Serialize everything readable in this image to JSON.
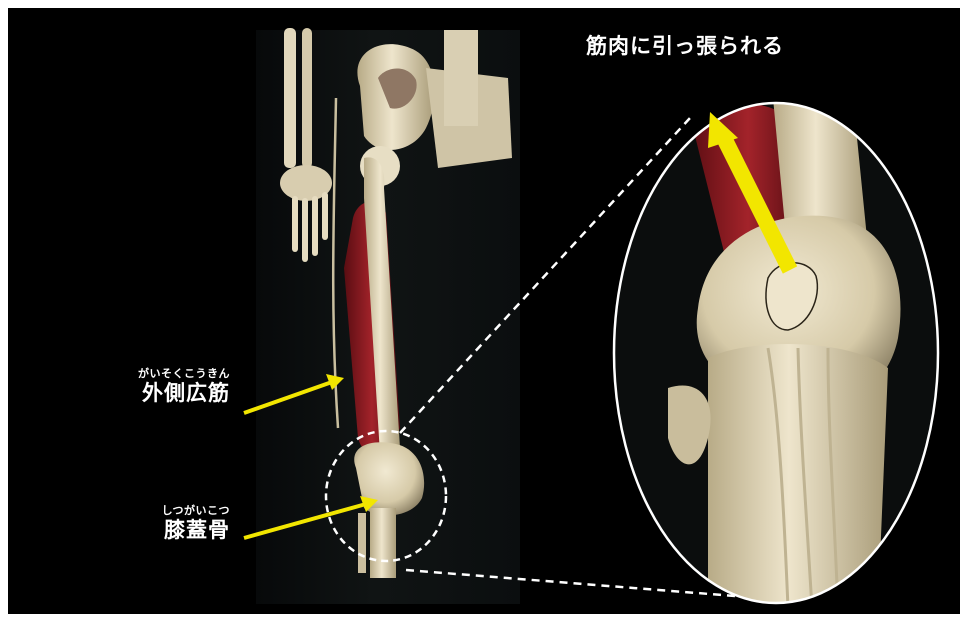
{
  "caption": "筋肉に引っ張られる",
  "labels": {
    "vastus_lateralis": {
      "ruby": "がいそくこうきん",
      "text": "外側広筋"
    },
    "patella": {
      "ruby": "しつがいこつ",
      "text": "膝蓋骨"
    }
  },
  "colors": {
    "background": "#000000",
    "bone": "#e6dcc0",
    "muscle": "#8e1a1f",
    "arrow": "#f2e600",
    "callout": "#ffffff"
  }
}
